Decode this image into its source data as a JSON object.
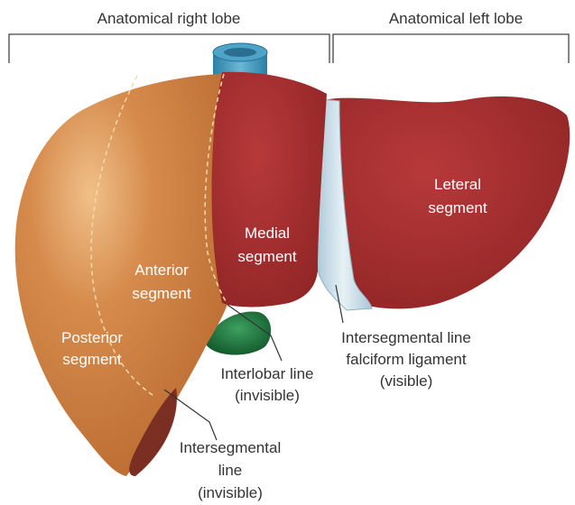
{
  "header": {
    "right_lobe": "Anatomical right lobe",
    "left_lobe": "Anatomical left lobe"
  },
  "segments": {
    "posterior": [
      "Posterior",
      "segment"
    ],
    "anterior": [
      "Anterior",
      "segment"
    ],
    "medial": [
      "Medial",
      "segment"
    ],
    "lateral": [
      "Leteral",
      "segment"
    ]
  },
  "callouts": {
    "interlobar": [
      "Interlobar line",
      "(invisible)"
    ],
    "intersegmental_falciform": [
      "Intersegmental line",
      "falciform ligament",
      "(visible)"
    ],
    "intersegmental": [
      "Intersegmental",
      "line",
      "(invisible)"
    ]
  },
  "colors": {
    "right_lobe": "#c77a3f",
    "left_lobe": "#a52d2a",
    "ligament": "#c9dce6",
    "vessel": "#3f93b8",
    "gallbladder": "#1f7a3f"
  }
}
